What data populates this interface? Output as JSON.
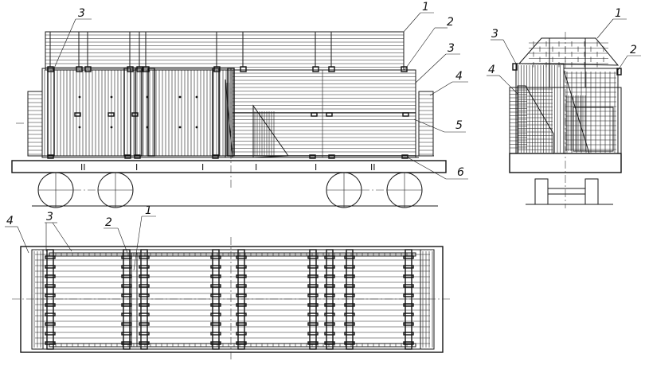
{
  "views": {
    "side": {
      "callouts": {
        "c1": "1",
        "c2": "2",
        "c3a": "3",
        "c3b": "3",
        "c4": "4",
        "c5": "5",
        "c6": "6"
      },
      "bolster_tags": [
        "II",
        "I",
        "I",
        "I",
        "I",
        "II"
      ]
    },
    "end": {
      "callouts": {
        "c1": "1",
        "c2": "2",
        "c3": "3",
        "c4": "4"
      }
    },
    "plan": {
      "callouts": {
        "c1": "1",
        "c2": "2",
        "c3": "3",
        "c4": "4"
      }
    }
  }
}
